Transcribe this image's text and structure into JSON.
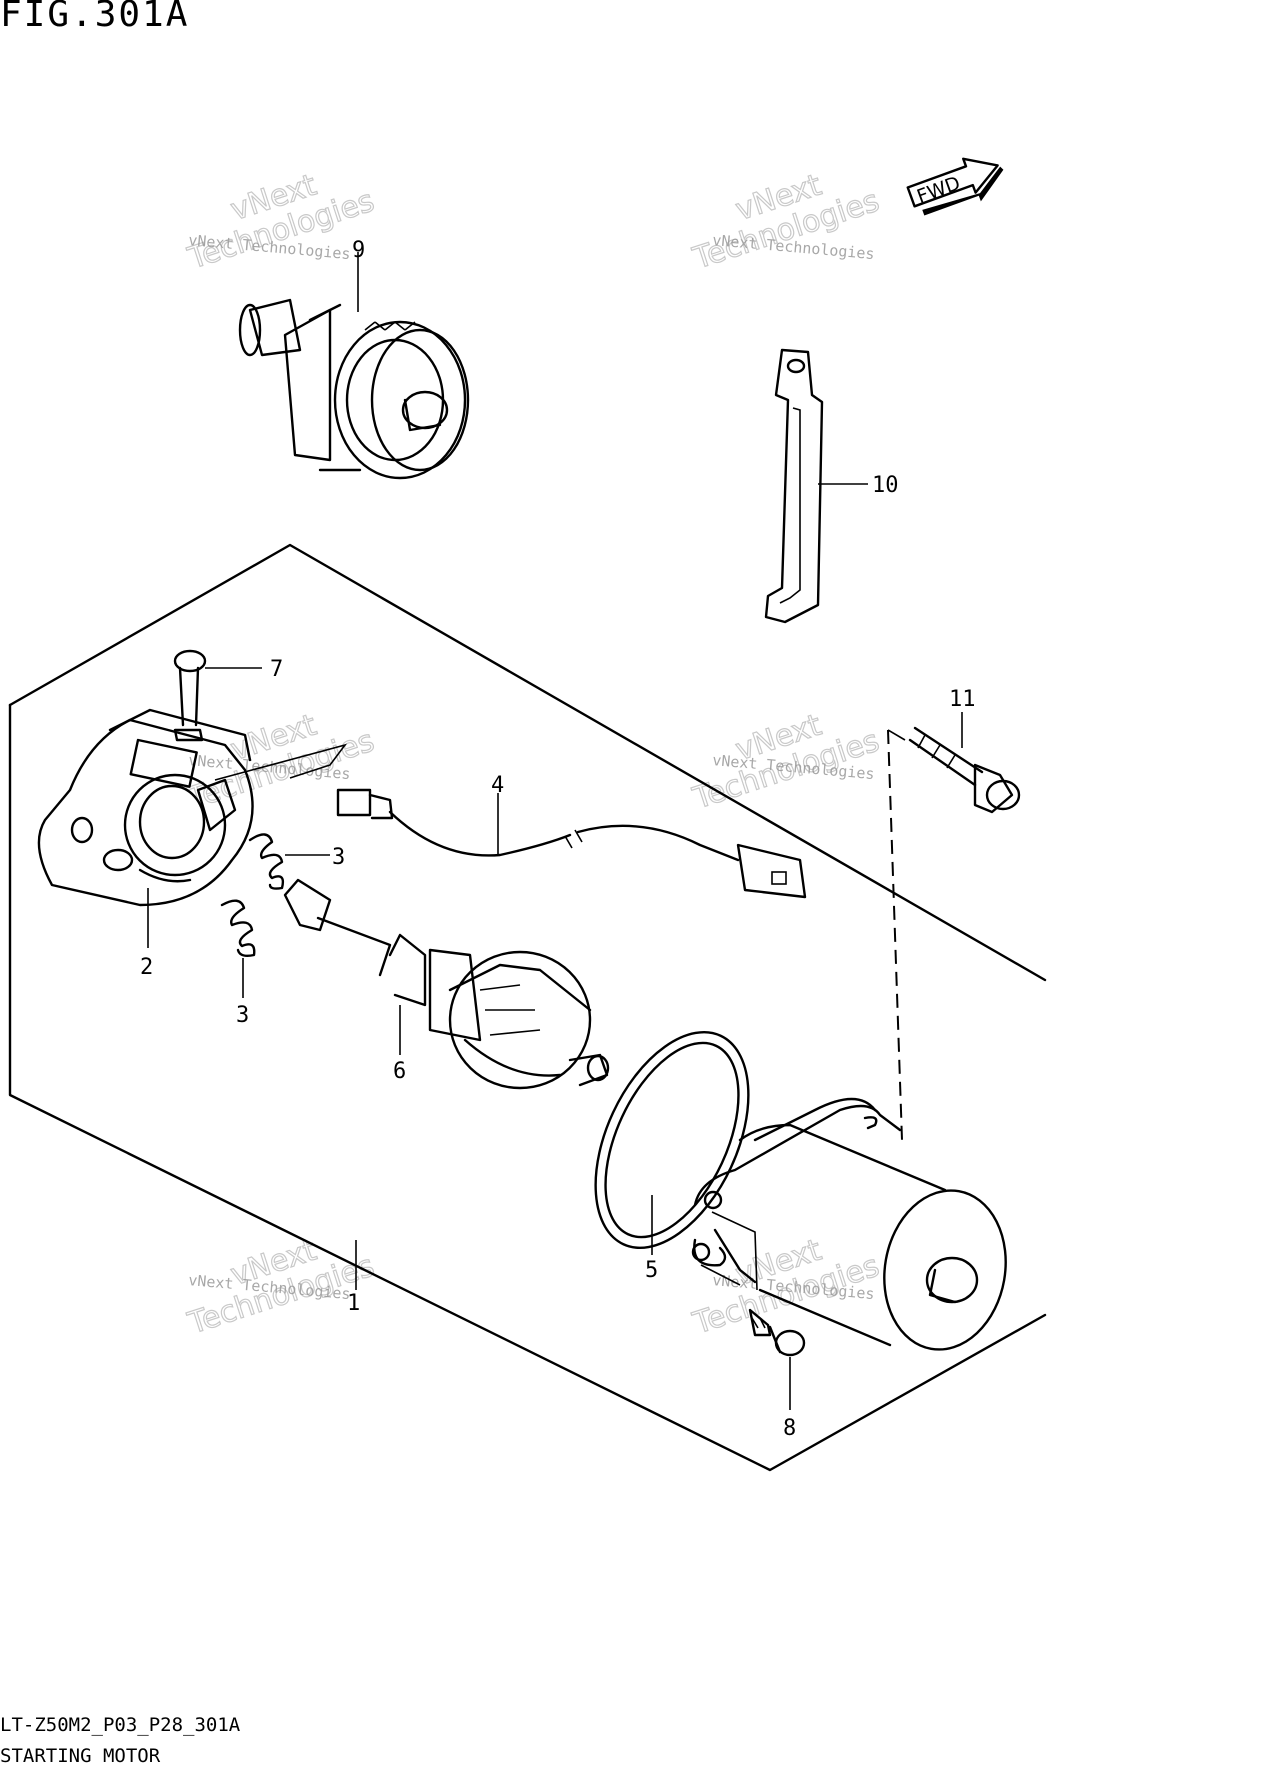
{
  "figure": {
    "title": "FIG.301A",
    "code": "LT-Z50M2_P03_P28_301A",
    "name": "STARTING MOTOR",
    "fwd_label": "FWD"
  },
  "callouts": [
    "1",
    "2",
    "3",
    "3",
    "4",
    "5",
    "6",
    "7",
    "8",
    "9",
    "10",
    "11"
  ],
  "watermark": {
    "line1": "vNext Technologies",
    "line2": "vNext",
    "line3": "Technologies"
  }
}
